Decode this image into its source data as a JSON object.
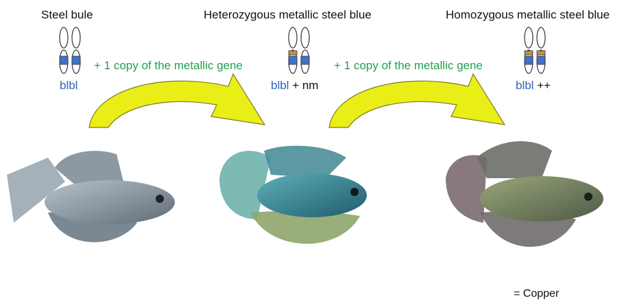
{
  "stages": [
    {
      "title": "Steel bule",
      "genotype": {
        "base": "blbl",
        "extra": ""
      }
    },
    {
      "title": "Heterozygous metallic steel blue",
      "genotype": {
        "base": "blbl",
        "extra": "+ nm"
      }
    },
    {
      "title": "Homozygous metallic steel blue",
      "genotype": {
        "base": "blbl",
        "extra": "++"
      }
    }
  ],
  "arrows": [
    {
      "label": "+ 1 copy of the metallic gene"
    },
    {
      "label": "+ 1 copy of the metallic gene"
    }
  ],
  "legend": {
    "text": "= Copper"
  },
  "colors": {
    "blue_band": "#3f72c8",
    "copper_band": "#c09238",
    "arrow_fill": "#e9ee16",
    "label_green": "#22a04b",
    "genotype_blue": "#2e63b8"
  }
}
